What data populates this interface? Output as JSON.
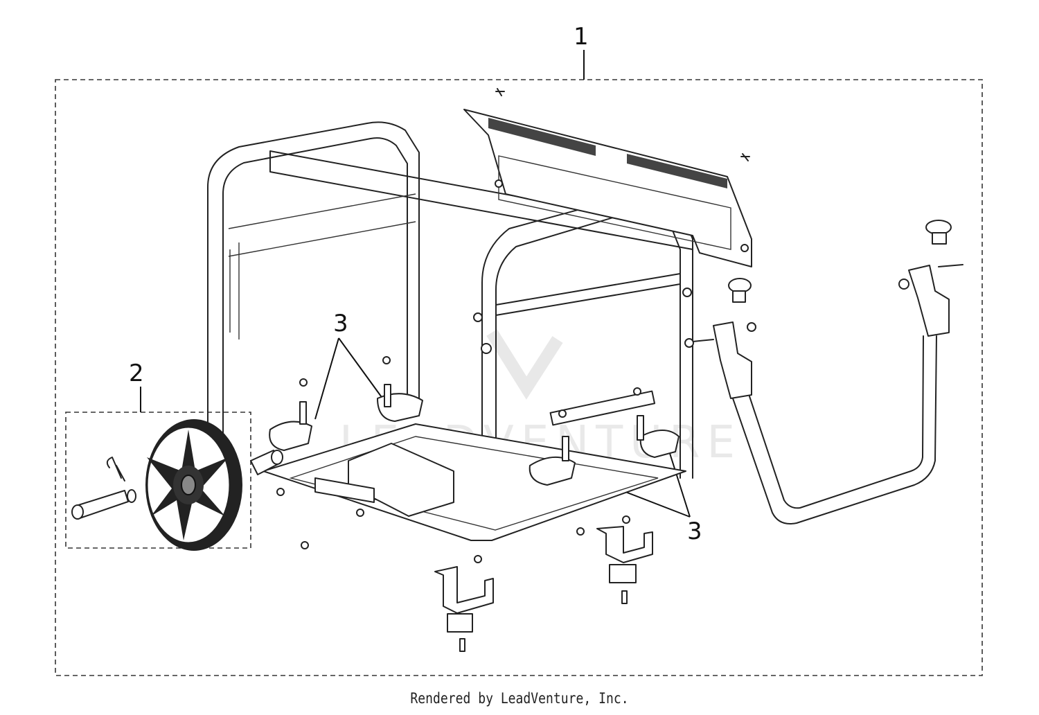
{
  "callouts": {
    "frame_assembly": "1",
    "wheel_kit": "2",
    "mount_upper": "3",
    "mount_lower": "3"
  },
  "watermark": "LEADVENTURE",
  "footer": "Rendered by LeadVenture, Inc."
}
